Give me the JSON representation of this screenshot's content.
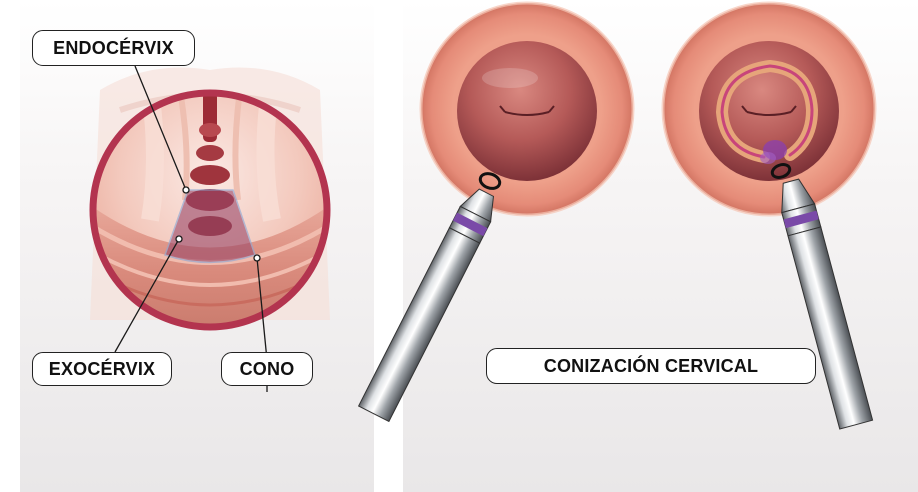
{
  "labels": {
    "endocervix": "ENDOCÉRVIX",
    "exocervix": "EXOCÉRVIX",
    "cone": "CONO",
    "title": "CONIZACIÓN CERVICAL"
  },
  "colors": {
    "ring": "#b3344f",
    "cone": "#9c4a6a",
    "tissue": "#e59a8a",
    "cervix": "#b04a4a",
    "instrument_band": "#7a4aa8",
    "burn": "#8b3fb0"
  },
  "icons": [
    "magnified-cervix-icon",
    "cervix-front-view-icon",
    "loop-electrode-icon"
  ]
}
